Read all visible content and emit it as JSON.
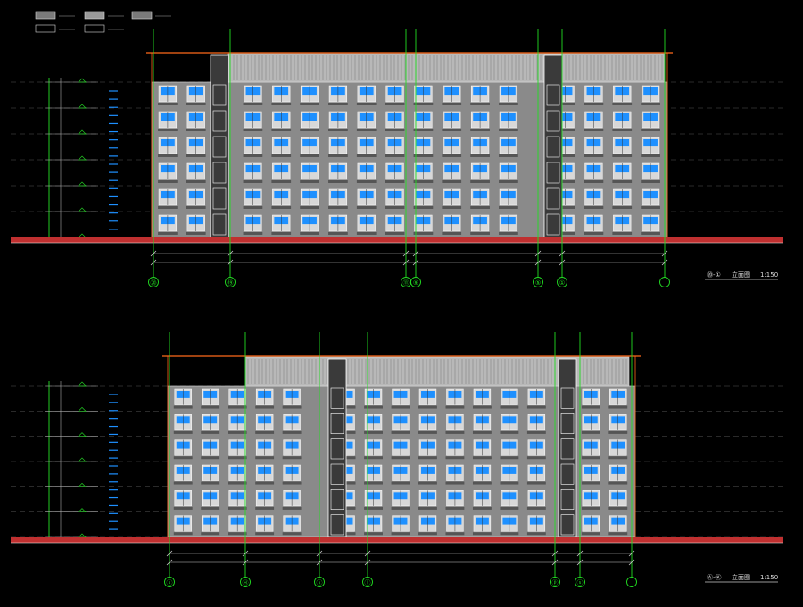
{
  "viewer": {
    "background": "#000000"
  },
  "palette": {
    "wall": "#8a8a8a",
    "wall_light": "#b8b8b8",
    "window_glass": "#1e90ff",
    "window_frame": "#ffffff",
    "axis_line": "#22dd22",
    "ground": "#c03030",
    "roof_line": "#ff6a1a",
    "dim_line": "#cccccc",
    "level_mark": "#22cc22"
  },
  "legend": [
    {
      "swatch": "grey-hatch"
    },
    {
      "swatch": "grey-solid"
    },
    {
      "swatch": "grey-dots"
    },
    {
      "swatch": "white-box"
    },
    {
      "swatch": "white-box"
    }
  ],
  "elevations": [
    {
      "id": "top",
      "axis_labels": [
        "⑳",
        "⑲",
        "⑪",
        "⑨",
        "⑤",
        "①"
      ],
      "title_tag": "⑳-①",
      "title_text": "立面图",
      "scale": "1:150"
    },
    {
      "id": "bottom",
      "axis_labels": [
        "ⓐ",
        "Ⓗ",
        "ⓚ",
        "ⓛ",
        "ⓟ",
        "ⓢ"
      ],
      "title_tag": "Ⓐ-Ⓚ",
      "title_text": "立面图",
      "scale": "1:150"
    }
  ]
}
